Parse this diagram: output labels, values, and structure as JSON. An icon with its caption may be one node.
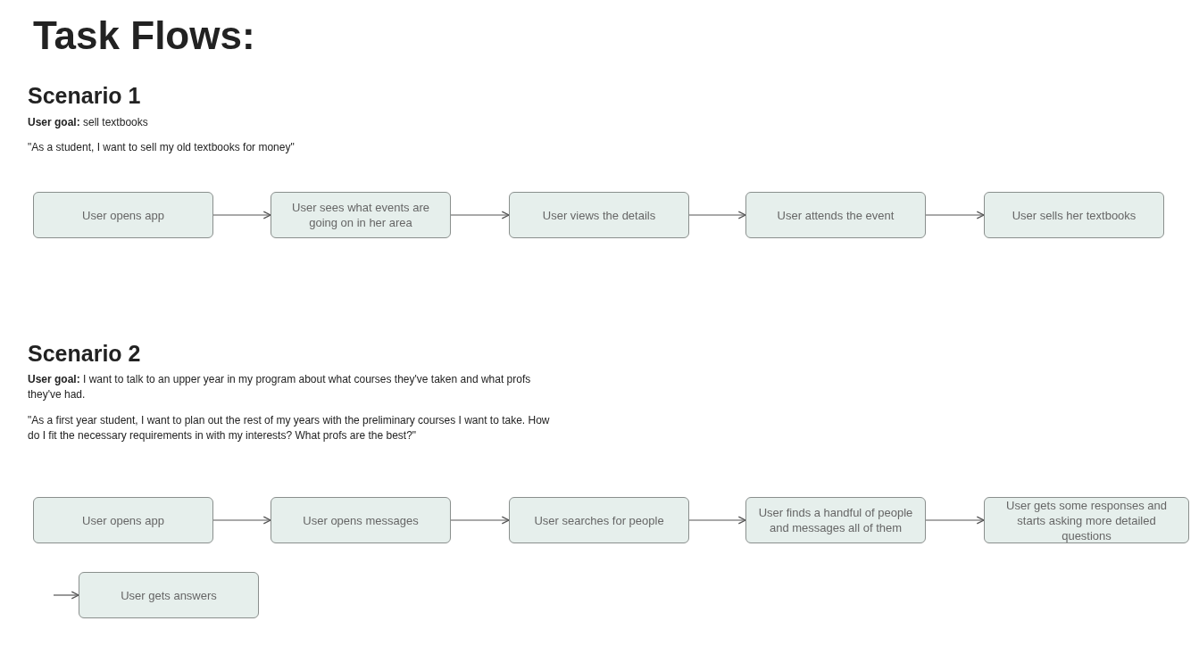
{
  "diagram": {
    "title": "Task Flows:",
    "nodes": [
      {
        "text": [
          "User opens app"
        ]
      },
      {
        "text": [
          "User sees what events are going on in her area"
        ]
      },
      {
        "text": [
          "User views the details"
        ]
      },
      {
        "text": [
          "User attends the event"
        ]
      },
      {
        "text": [
          "User sells her textbooks"
        ]
      },
      {
        "text": [
          "User opens app"
        ]
      },
      {
        "text": [
          "User opens messages"
        ]
      },
      {
        "text": [
          "User searches for people"
        ]
      },
      {
        "text": [
          "User finds a handful of people and messages all of them"
        ]
      },
      {
        "text": [
          "User gets some responses and starts asking more detailed questions"
        ]
      },
      {
        "text": [
          "User gets answers"
        ]
      }
    ],
    "edges": [
      {
        "from": 0,
        "to": 1,
        "arrow": "to"
      },
      {
        "from": 1,
        "to": 2,
        "arrow": "to"
      },
      {
        "from": 2,
        "to": 3,
        "arrow": "to"
      },
      {
        "from": 3,
        "to": 4,
        "arrow": "to"
      },
      {
        "from": 5,
        "to": 6,
        "arrow": "to"
      },
      {
        "from": 6,
        "to": 7,
        "arrow": "to"
      },
      {
        "from": 7,
        "to": 8,
        "arrow": "to"
      },
      {
        "from": 8,
        "to": 9,
        "arrow": "to"
      },
      {
        "from": null,
        "to": 10,
        "arrow": "to"
      }
    ],
    "labels": [
      "Scenario 1",
      "**User goal:** sell textbooks",
      "\"As a student, I want to sell my old textbooks for money\"",
      "Scenario 2",
      "**User goal:** I want to talk to an upper year in my program about what courses they've taken and what profs they've had.",
      "\"As a first year student, I want to plan out the rest of my years with the preliminary courses I want to take. How do I fit the necessary requirements in with my interests? What profs are the best?\""
    ]
  }
}
